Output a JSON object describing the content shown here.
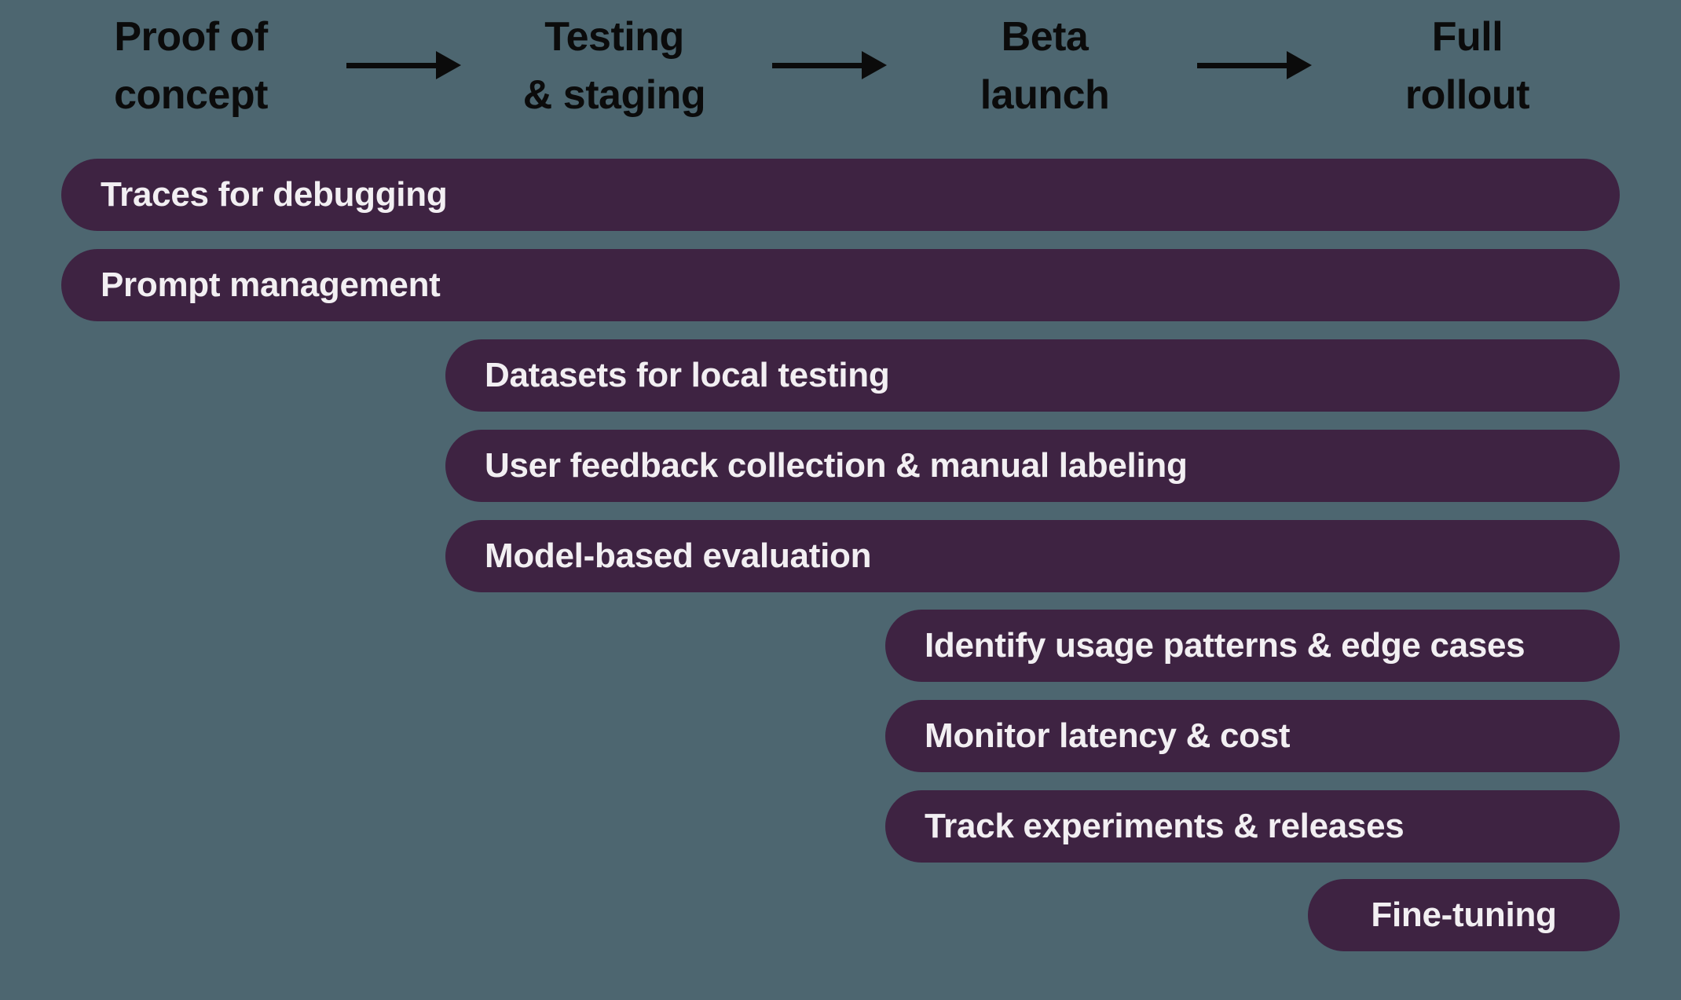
{
  "colors": {
    "background": "#4d6670",
    "bar": "#3e2342",
    "bar_text": "#f2eff2",
    "header_text": "#0b0b0b"
  },
  "phases": [
    {
      "name": "Proof of concept",
      "line1": "Proof of",
      "line2": "concept"
    },
    {
      "name": "Testing & staging",
      "line1": "Testing",
      "line2": "& staging"
    },
    {
      "name": "Beta launch",
      "line1": "Beta",
      "line2": "launch"
    },
    {
      "name": "Full rollout",
      "line1": "Full",
      "line2": "rollout"
    }
  ],
  "bars": [
    {
      "label": "Traces for debugging",
      "start_phase": "Proof of concept",
      "end_phase": "Full rollout"
    },
    {
      "label": "Prompt management",
      "start_phase": "Proof of concept",
      "end_phase": "Full rollout"
    },
    {
      "label": "Datasets for local testing",
      "start_phase": "Testing & staging",
      "end_phase": "Full rollout"
    },
    {
      "label": "User feedback collection & manual labeling",
      "start_phase": "Testing & staging",
      "end_phase": "Full rollout"
    },
    {
      "label": "Model-based evaluation",
      "start_phase": "Testing & staging",
      "end_phase": "Full rollout"
    },
    {
      "label": "Identify usage patterns & edge cases",
      "start_phase": "Beta launch",
      "end_phase": "Full rollout"
    },
    {
      "label": "Monitor latency & cost",
      "start_phase": "Beta launch",
      "end_phase": "Full rollout"
    },
    {
      "label": "Track experiments & releases",
      "start_phase": "Beta launch",
      "end_phase": "Full rollout"
    },
    {
      "label": "Fine-tuning",
      "start_phase": "Full rollout",
      "end_phase": "Full rollout"
    }
  ]
}
